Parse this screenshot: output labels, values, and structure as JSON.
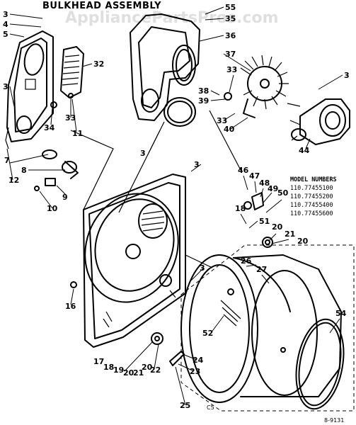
{
  "title": "BULKHEAD ASSEMBLY",
  "watermark": "AppliancePartsPros.com",
  "model_numbers": {
    "heading": "MODEL NUMBERS",
    "items": [
      "110.77455100",
      "110.77455200",
      "110.77455400",
      "110.77455600"
    ]
  },
  "footer": {
    "page_code": "C5",
    "drawing_number": "8-9131"
  },
  "callouts": {
    "c3a": "3",
    "c4": "4",
    "c5": "5",
    "c3b": "3",
    "c34": "34",
    "c33a": "33",
    "c11": "11",
    "c32": "32",
    "c55": "55",
    "c35": "35",
    "c36": "36",
    "c37": "37",
    "c33b": "33",
    "c38": "38",
    "c39": "39",
    "c3c": "3",
    "c33c": "33",
    "c40": "40",
    "c44": "44",
    "c3d": "3",
    "c3e": "3",
    "c7": "7",
    "c8": "8",
    "c9": "9",
    "c10": "10",
    "c12": "12",
    "c46": "46",
    "c47": "47",
    "c48": "48",
    "c49": "49",
    "c50": "50",
    "c18a": "18",
    "c51": "51",
    "c20a": "20",
    "c21a": "21",
    "c20b": "20",
    "c3f": "3",
    "c26": "26",
    "c27": "27",
    "c16": "16",
    "c52": "52",
    "c54": "54",
    "c17": "17",
    "c18b": "18",
    "c19": "19",
    "c20c": "20",
    "c21b": "21",
    "c20d": "20",
    "c22": "22",
    "c24": "24",
    "c23": "23",
    "c25": "25"
  }
}
